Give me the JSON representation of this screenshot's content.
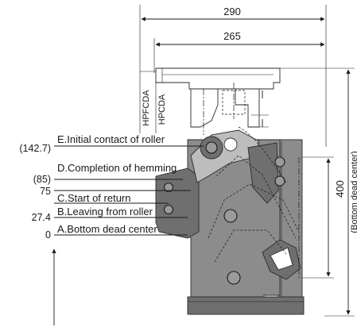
{
  "dimensions": {
    "width_290": "290",
    "width_265": "265",
    "height_400": "400",
    "bottom_dead_center_vertical": "(Bottom dead center)"
  },
  "side_labels": {
    "hpfcda": "HPFCDA",
    "hpcda": "HPCDA"
  },
  "stroke_positions": [
    {
      "value": "(142.7)",
      "label": "E.Initial contact of roller"
    },
    {
      "value": "(85)",
      "label": "D.Completion of hemming"
    },
    {
      "value": "75",
      "label": "C.Start of return"
    },
    {
      "value": "27.4",
      "label": "B.Leaving from roller"
    },
    {
      "value": "0",
      "label": "A.Bottom dead center"
    }
  ]
}
